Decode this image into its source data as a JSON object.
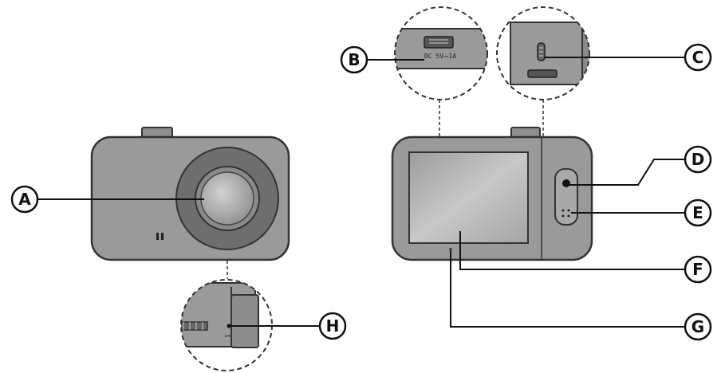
{
  "callouts": {
    "a": "A",
    "b": "B",
    "c": "C",
    "d": "D",
    "e": "E",
    "f": "F",
    "g": "G",
    "h": "H"
  },
  "port_label": "DC 5V⎓1A",
  "mark_digit": "1",
  "colors": {
    "body": "#9a9a9a",
    "body_dark": "#7d7d7d",
    "outline": "#333333",
    "lens_ring": "#6e6e6e",
    "screen": "#b8b8b8"
  }
}
